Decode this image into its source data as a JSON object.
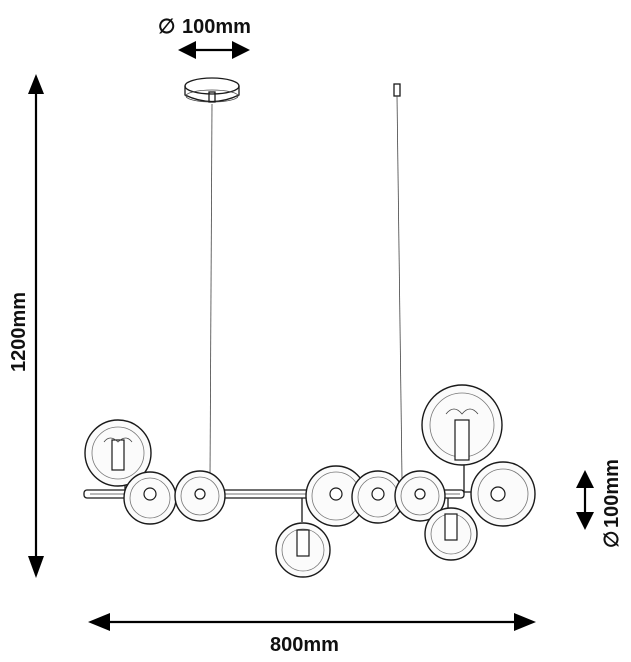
{
  "dimensions": {
    "canopy_diameter": "100mm",
    "total_height": "1200mm",
    "total_width": "800mm",
    "globe_diameter": "100mm"
  },
  "symbols": {
    "diameter": "∅"
  },
  "colors": {
    "line": "#1a1a1a",
    "arrow": "#000000",
    "background": "#ffffff"
  },
  "icons": {
    "pendant": "chandelier-line-drawing"
  }
}
